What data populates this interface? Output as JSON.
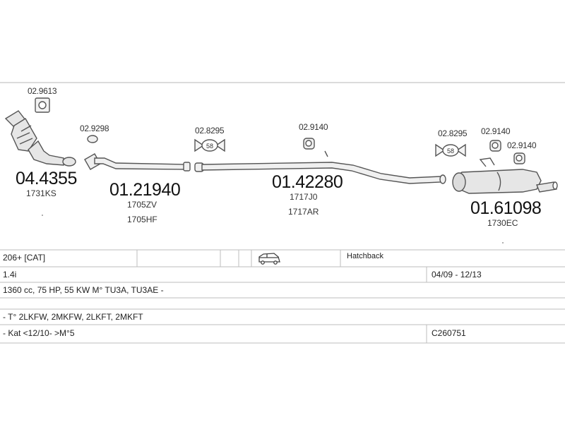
{
  "parts": [
    {
      "id": "p1",
      "small": "02.9613"
    },
    {
      "id": "p2",
      "big": "04.4355",
      "codes": [
        "1731KS"
      ]
    },
    {
      "id": "p3",
      "small": "02.9298"
    },
    {
      "id": "p4",
      "big": "01.21940",
      "codes": [
        "1705ZV",
        "1705HF"
      ]
    },
    {
      "id": "p5",
      "small": "02.8295"
    },
    {
      "id": "p6",
      "small": "02.9140"
    },
    {
      "id": "p7",
      "big": "01.42280",
      "codes": [
        "1717J0",
        "1717AR"
      ]
    },
    {
      "id": "p8",
      "small": "02.8295"
    },
    {
      "id": "p9",
      "small": "02.9140"
    },
    {
      "id": "p10",
      "small": "02.9140"
    },
    {
      "id": "p11",
      "big": "01.61098",
      "codes": [
        "1730EC"
      ]
    }
  ],
  "clamp_label": "58",
  "info": {
    "model": "206+  [CAT]",
    "body": "Hatchback",
    "engine": "1.4i",
    "years": "04/09 - 12/13",
    "spec": "1360 cc, 75 HP, 55 KW M° TU3A, TU3AE -",
    "types": "- T° 2LKFW, 2MKFW, 2LKFT, 2MKFT",
    "notes": "- Kat <12/10- >M°5",
    "ref": "C260751"
  },
  "colors": {
    "line": "#555555",
    "grid": "#bbbbbb",
    "fill": "#e4e4e4"
  },
  "icons": [
    "car-icon",
    "gasket-icon",
    "clamp-icon",
    "hanger-icon",
    "catalytic-converter-icon",
    "muffler-icon"
  ]
}
